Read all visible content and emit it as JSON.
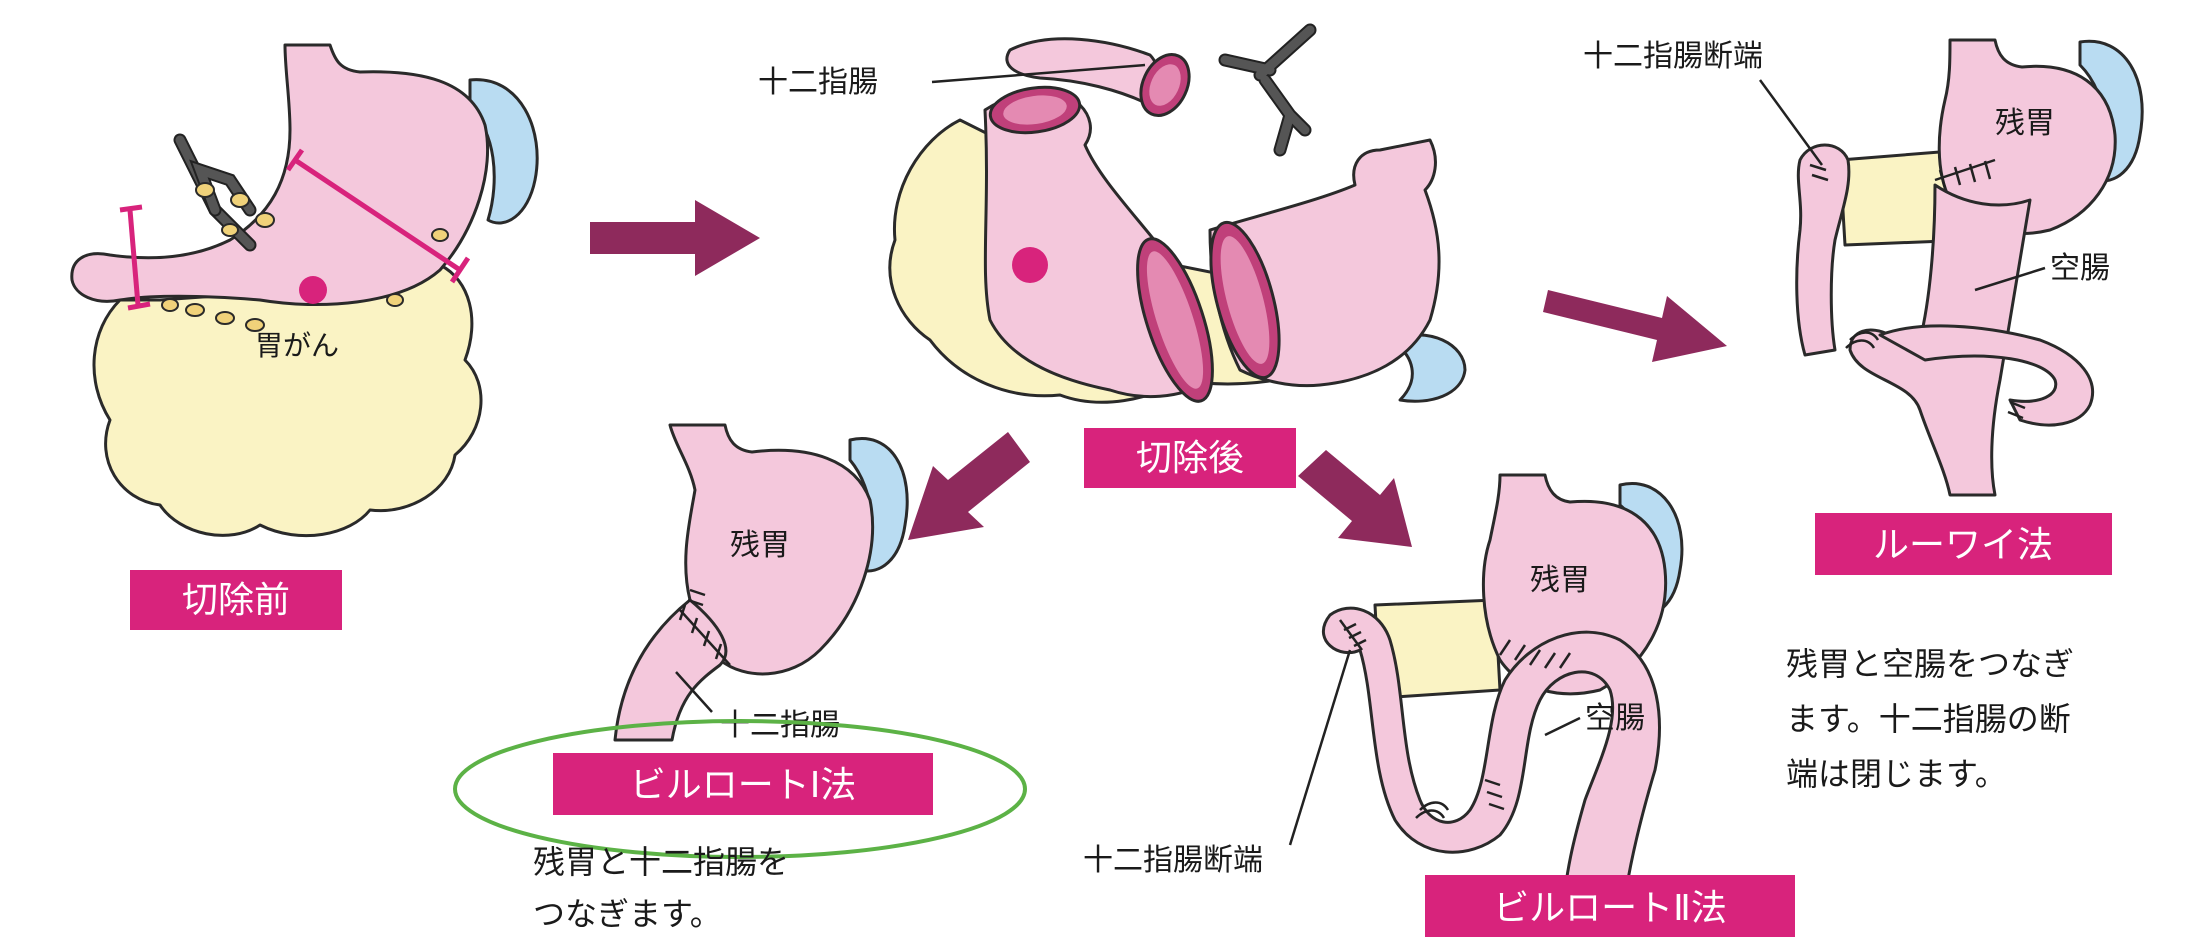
{
  "labels": {
    "before": "切除前",
    "after": "切除後",
    "billroth1": "ビルロートⅠ法",
    "billroth2": "ビルロートⅡ法",
    "rouxy": "ルーワイ法",
    "cancer": "胃がん",
    "duodenum_top": "十二指腸",
    "duodenum_b1": "十二指腸",
    "duodenal_stump_b2": "十二指腸断端",
    "duodenal_stump_ry": "十二指腸断端",
    "remnant_b1": "残胃",
    "remnant_b2": "残胃",
    "remnant_ry": "残胃",
    "jejunum_b2": "空腸",
    "jejunum_ry": "空腸"
  },
  "descriptions": {
    "billroth1_line1": "残胃と十二指腸を",
    "billroth1_line2": "つなぎます。",
    "rouxy_line1": "残胃と空腸をつなぎ",
    "rouxy_line2": "ます。十二指腸の断",
    "rouxy_line3": "端は閉じます。"
  },
  "colors": {
    "label_box": "#d8237c",
    "arrow": "#8e2a5c",
    "stomach": "#f4c8dc",
    "fat": "#faf3c4",
    "spleen": "#b9dcf2",
    "highlight_ellipse": "#5cb246"
  }
}
